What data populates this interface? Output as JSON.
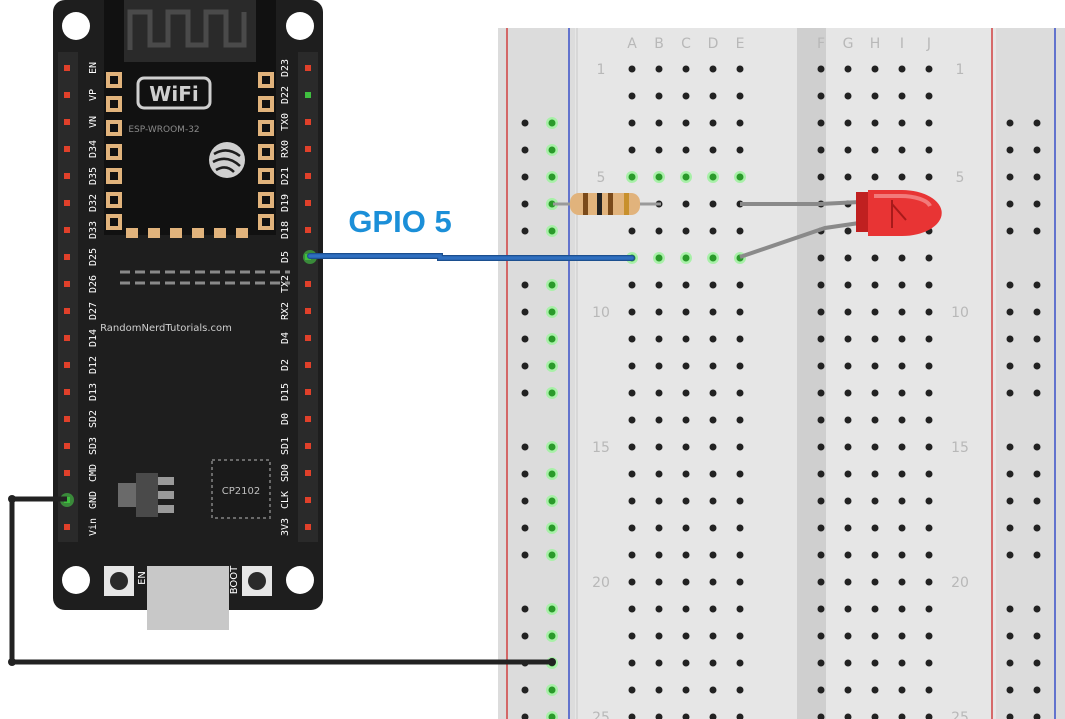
{
  "board": {
    "module_label": "ESP-WROOM-32",
    "wifi_label": "WiFi",
    "brand_label": "RandomNerdTutorials.com",
    "chip_label": "CP2102",
    "en_button_label": "EN",
    "boot_button_label": "BOOT",
    "left_pins": [
      "EN",
      "VP",
      "VN",
      "D34",
      "D35",
      "D32",
      "D33",
      "D25",
      "D26",
      "D27",
      "D14",
      "D12",
      "D13",
      "SD2",
      "SD3",
      "CMD",
      "GND",
      "Vin"
    ],
    "right_pins": [
      "D23",
      "D22",
      "TX0",
      "RX0",
      "D21",
      "D19",
      "D18",
      "D5",
      "TX2",
      "RX2",
      "D4",
      "D2",
      "D15",
      "D0",
      "SD1",
      "SD0",
      "CLK",
      "3V3"
    ],
    "pin_state_left": [
      "off",
      "off",
      "off",
      "off",
      "off",
      "off",
      "off",
      "off",
      "off",
      "off",
      "off",
      "off",
      "off",
      "off",
      "off",
      "off",
      "on",
      "off"
    ],
    "pin_state_right": [
      "off",
      "on",
      "off",
      "off",
      "off",
      "off",
      "off",
      "on",
      "off",
      "off",
      "off",
      "off",
      "off",
      "off",
      "off",
      "off",
      "off",
      "off"
    ]
  },
  "breadboard": {
    "columns_left": [
      "A",
      "B",
      "C",
      "D",
      "E"
    ],
    "columns_right": [
      "F",
      "G",
      "H",
      "I",
      "J"
    ],
    "row_numbers": [
      "1",
      "5",
      "10",
      "15",
      "20",
      "25"
    ]
  },
  "wire_label": "GPIO 5",
  "colors": {
    "board": "#1e1e1e",
    "gpio_wire": "#2f6fbf",
    "gnd_wire": "#222222",
    "led": "#e83434",
    "label": "#1b8fd8",
    "pin_red": "#e0402a",
    "pin_green": "#3fbf3f",
    "rail_red": "#d04040",
    "rail_blue": "#3a50c8"
  },
  "icons": {
    "led": "red-led-icon",
    "resistor": "resistor-icon",
    "espressif_logo": "espressif-logo-icon"
  }
}
